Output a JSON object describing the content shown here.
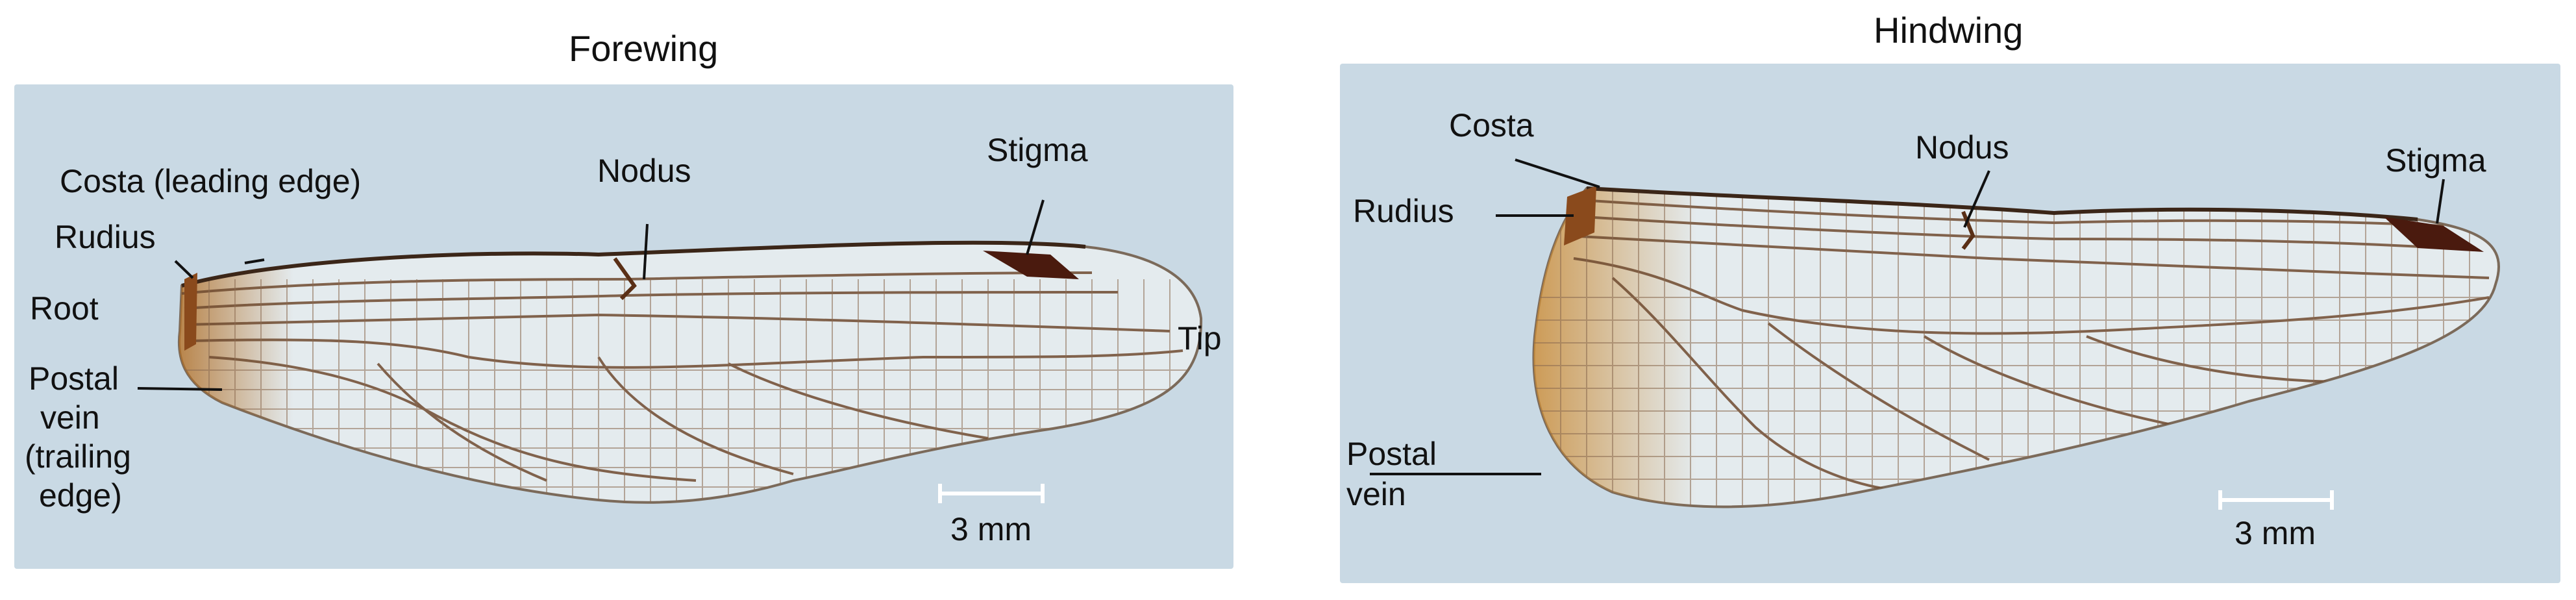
{
  "colors": {
    "page_background": "#ffffff",
    "panel_background": "#c9d9e4",
    "wing_membrane": "#e6edf0",
    "vein": "#6f4a2f",
    "stigma": "#4a1a0e",
    "root_tint": "#b0702a",
    "label_text": "#111111"
  },
  "forewing": {
    "title": "Forewing",
    "labels": {
      "costa": "Costa (leading edge)",
      "rudius": "Rudius",
      "root": "Root",
      "postal_vein": [
        "Postal",
        "vein",
        "(trailing",
        "edge)"
      ],
      "nodus": "Nodus",
      "stigma": "Stigma",
      "tip": "Tip"
    },
    "scale_bar": "3 mm"
  },
  "hindwing": {
    "title": "Hindwing",
    "labels": {
      "costa": "Costa",
      "rudius": "Rudius",
      "postal_vein": [
        "Postal",
        "vein"
      ],
      "nodus": "Nodus",
      "stigma": "Stigma"
    },
    "scale_bar": "3 mm"
  }
}
